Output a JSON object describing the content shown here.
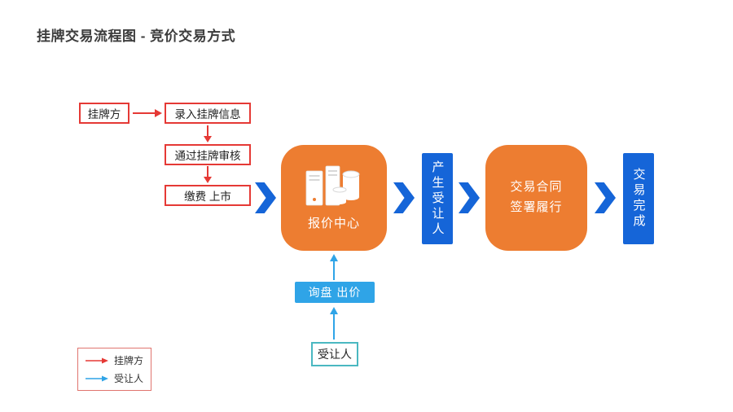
{
  "title": "挂牌交易流程图 - 竞价交易方式",
  "colors": {
    "red": "#E53935",
    "orange": "#ED7D31",
    "blue": "#1565D8",
    "light_blue": "#2FA4E7",
    "teal": "#4AB8C1"
  },
  "listing_flow": {
    "party": "挂牌方",
    "step1": "录入挂牌信息",
    "step2": "通过挂牌审核",
    "step3": "缴费 上市"
  },
  "quote_center": {
    "label": "报价中心",
    "icon": "server-database-icon"
  },
  "bars": {
    "generate": "产生受让人",
    "complete": "交易完成"
  },
  "contract_node": {
    "line1": "交易合同",
    "line2": "签署履行"
  },
  "inquiry_label": "询盘 出价",
  "transferee_label": "受让人",
  "legend": {
    "listing": "挂牌方",
    "transferee": "受让人"
  }
}
